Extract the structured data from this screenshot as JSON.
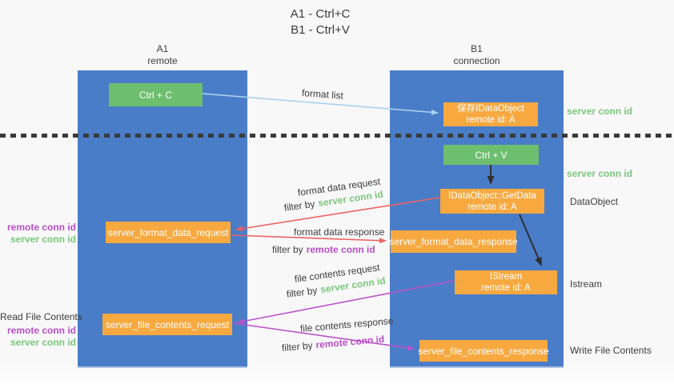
{
  "title": {
    "line1": "A1 - Ctrl+C",
    "line2": "B1 - Ctrl+V"
  },
  "columns": {
    "left": {
      "name": "A1",
      "role": "remote"
    },
    "right": {
      "name": "B1",
      "role": "connection"
    }
  },
  "nodes": {
    "ctrl_c": {
      "label": "Ctrl + C"
    },
    "ctrl_v": {
      "label": "Ctrl + V"
    },
    "save_dataobject": {
      "line1": "保存IDataObject",
      "line2": "remote id: A"
    },
    "getdata": {
      "line1": "IDataObject::GetData",
      "line2": "remote id: A"
    },
    "istream": {
      "line1": "IStream",
      "line2": "remote id: A"
    },
    "format_request": {
      "label": "server_format_data_request"
    },
    "format_response": {
      "label": "server_format_data_response"
    },
    "file_request": {
      "label": "server_file_contents_request"
    },
    "file_response": {
      "label": "server_file_contents_response"
    }
  },
  "arrow_labels": {
    "format_list": "format list",
    "format_data_request": "format data request",
    "format_data_response": "format data response",
    "file_contents_request": "file contents request",
    "file_contents_response": "file contents response",
    "filter_by": "filter by"
  },
  "side_labels": {
    "server_conn_id": "server conn id",
    "remote_conn_id": "remote conn id",
    "dataobject": "DataObject",
    "istream": "Istream",
    "read_file_contents": "Read File Contents",
    "write_file_contents": "Write File Contents"
  },
  "colors": {
    "lifeline_blue": "#4a7dc8",
    "node_green": "#6ebe6f",
    "node_orange": "#f7a940",
    "green_text": "#7cc67c",
    "purple_text": "#b84fc8",
    "red_arrow": "#ec6262",
    "purple_arrow": "#bb53c9",
    "light_blue_arrow": "#a8d2ee",
    "black_arrow": "#2f2f2f",
    "dark_text": "#3c3c3c",
    "background": "#f8f8f9"
  }
}
